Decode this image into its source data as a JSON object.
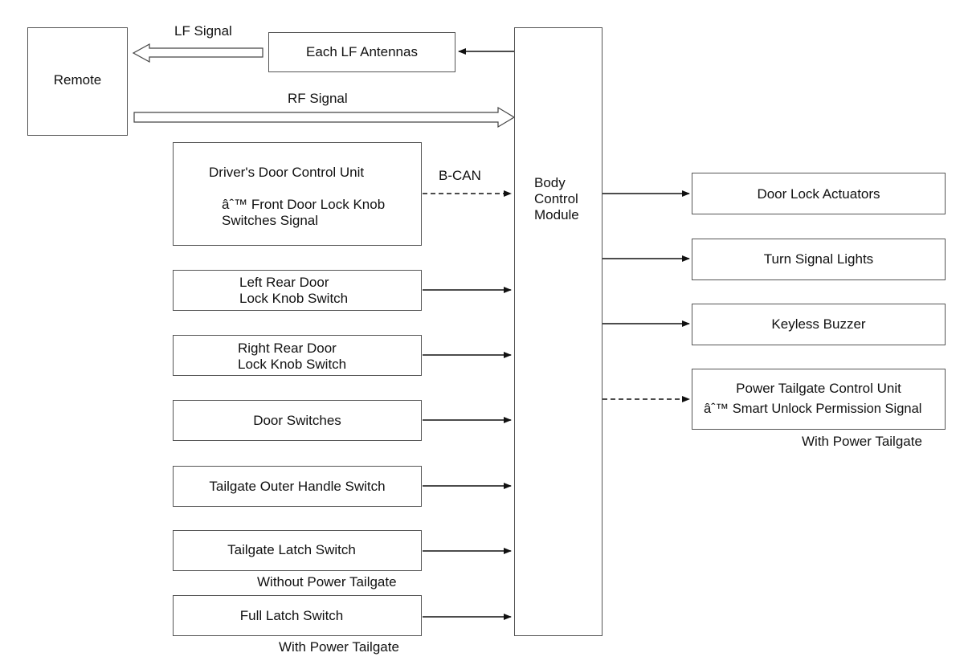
{
  "remote": {
    "label": "Remote"
  },
  "lf_antennas": {
    "label": "Each LF Antennas"
  },
  "lf_signal": {
    "label": "LF Signal"
  },
  "rf_signal": {
    "label": "RF Signal"
  },
  "bcm": {
    "line1": "Body",
    "line2": "Control",
    "line3": "Module"
  },
  "driver_dcu": {
    "title": "Driver's Door Control Unit",
    "line1": "âˆ™ Front Door Lock Knob",
    "line2": "Switches Signal"
  },
  "bcan": {
    "label": "B-CAN"
  },
  "inputs": [
    {
      "line1": "Left Rear Door",
      "line2": "Lock Knob Switch"
    },
    {
      "line1": "Right Rear Door",
      "line2": "Lock Knob Switch"
    },
    {
      "line1": "Door Switches"
    },
    {
      "line1": "Tailgate Outer Handle Switch"
    },
    {
      "line1": "Tailgate Latch Switch",
      "note": "Without Power Tailgate"
    },
    {
      "line1": "Full Latch Switch",
      "note": "With Power Tailgate"
    }
  ],
  "outputs": [
    {
      "line1": "Door Lock Actuators"
    },
    {
      "line1": "Turn Signal Lights"
    },
    {
      "line1": "Keyless Buzzer"
    },
    {
      "line1": "Power Tailgate Control Unit",
      "line2": "âˆ™ Smart Unlock Permission Signal",
      "note": "With Power Tailgate"
    }
  ],
  "colors": {
    "line": "#111111",
    "border": "#555555"
  }
}
